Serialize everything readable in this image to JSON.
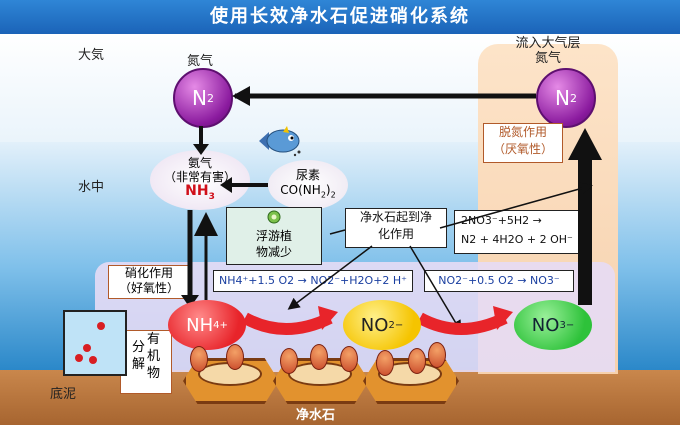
{
  "title": "使用长效净水石促进硝化系统",
  "zones": {
    "air": "大気",
    "water": "水中",
    "sediment": "底泥"
  },
  "n2_left": {
    "label": "氮气",
    "symbol": "N",
    "sub": "2"
  },
  "n2_right": {
    "label_line1": "流入大气层",
    "label_line2": "氮气",
    "symbol": "N",
    "sub": "2"
  },
  "nh3": {
    "line1": "氨气",
    "line2": "（非常有害）",
    "symbol": "NH",
    "sub": "3"
  },
  "urea": {
    "line1": "尿素",
    "line2": "CO(NH",
    "sub": "2",
    "tail": ")",
    "tail_sub": "2"
  },
  "plankton": {
    "line1": "浮游植",
    "line2": "物减少"
  },
  "stone_action": {
    "line1": "净水石起到净",
    "line2": "化作用"
  },
  "denitrification": {
    "line1": "脱氮作用",
    "line2": "（厌氧性）"
  },
  "nitrification": {
    "line1": "硝化作用",
    "line2": "（好氧性）"
  },
  "decompose": {
    "col1": [
      "分",
      "解"
    ],
    "col2": [
      "有",
      "机",
      "物"
    ]
  },
  "eq_denitrify": {
    "line1": "2NO3⁻+5H2 →",
    "line2": "N2 + 4H2O + 2 OH⁻"
  },
  "eq_nh4": "NH4⁺+1.5 O2 → NO2⁻+H2O+2 H⁺",
  "eq_no2": "NO2⁻+0.5 O2 → NO3⁻",
  "nh4_ball": {
    "symbol": "NH",
    "sub": "4",
    "sup": "+"
  },
  "no2_ball": {
    "symbol": "NO",
    "sub": "2",
    "sup": "−"
  },
  "no3_ball": {
    "symbol": "NO",
    "sub": "3",
    "sup": "−"
  },
  "stone_label": "净水石",
  "colors": {
    "title_bg": "#1b63b8",
    "nh4": "#e8242a",
    "no2": "#f5c400",
    "no3": "#2ec23a",
    "n2": "#8a1a9e",
    "arrow_red": "#e8242a"
  }
}
